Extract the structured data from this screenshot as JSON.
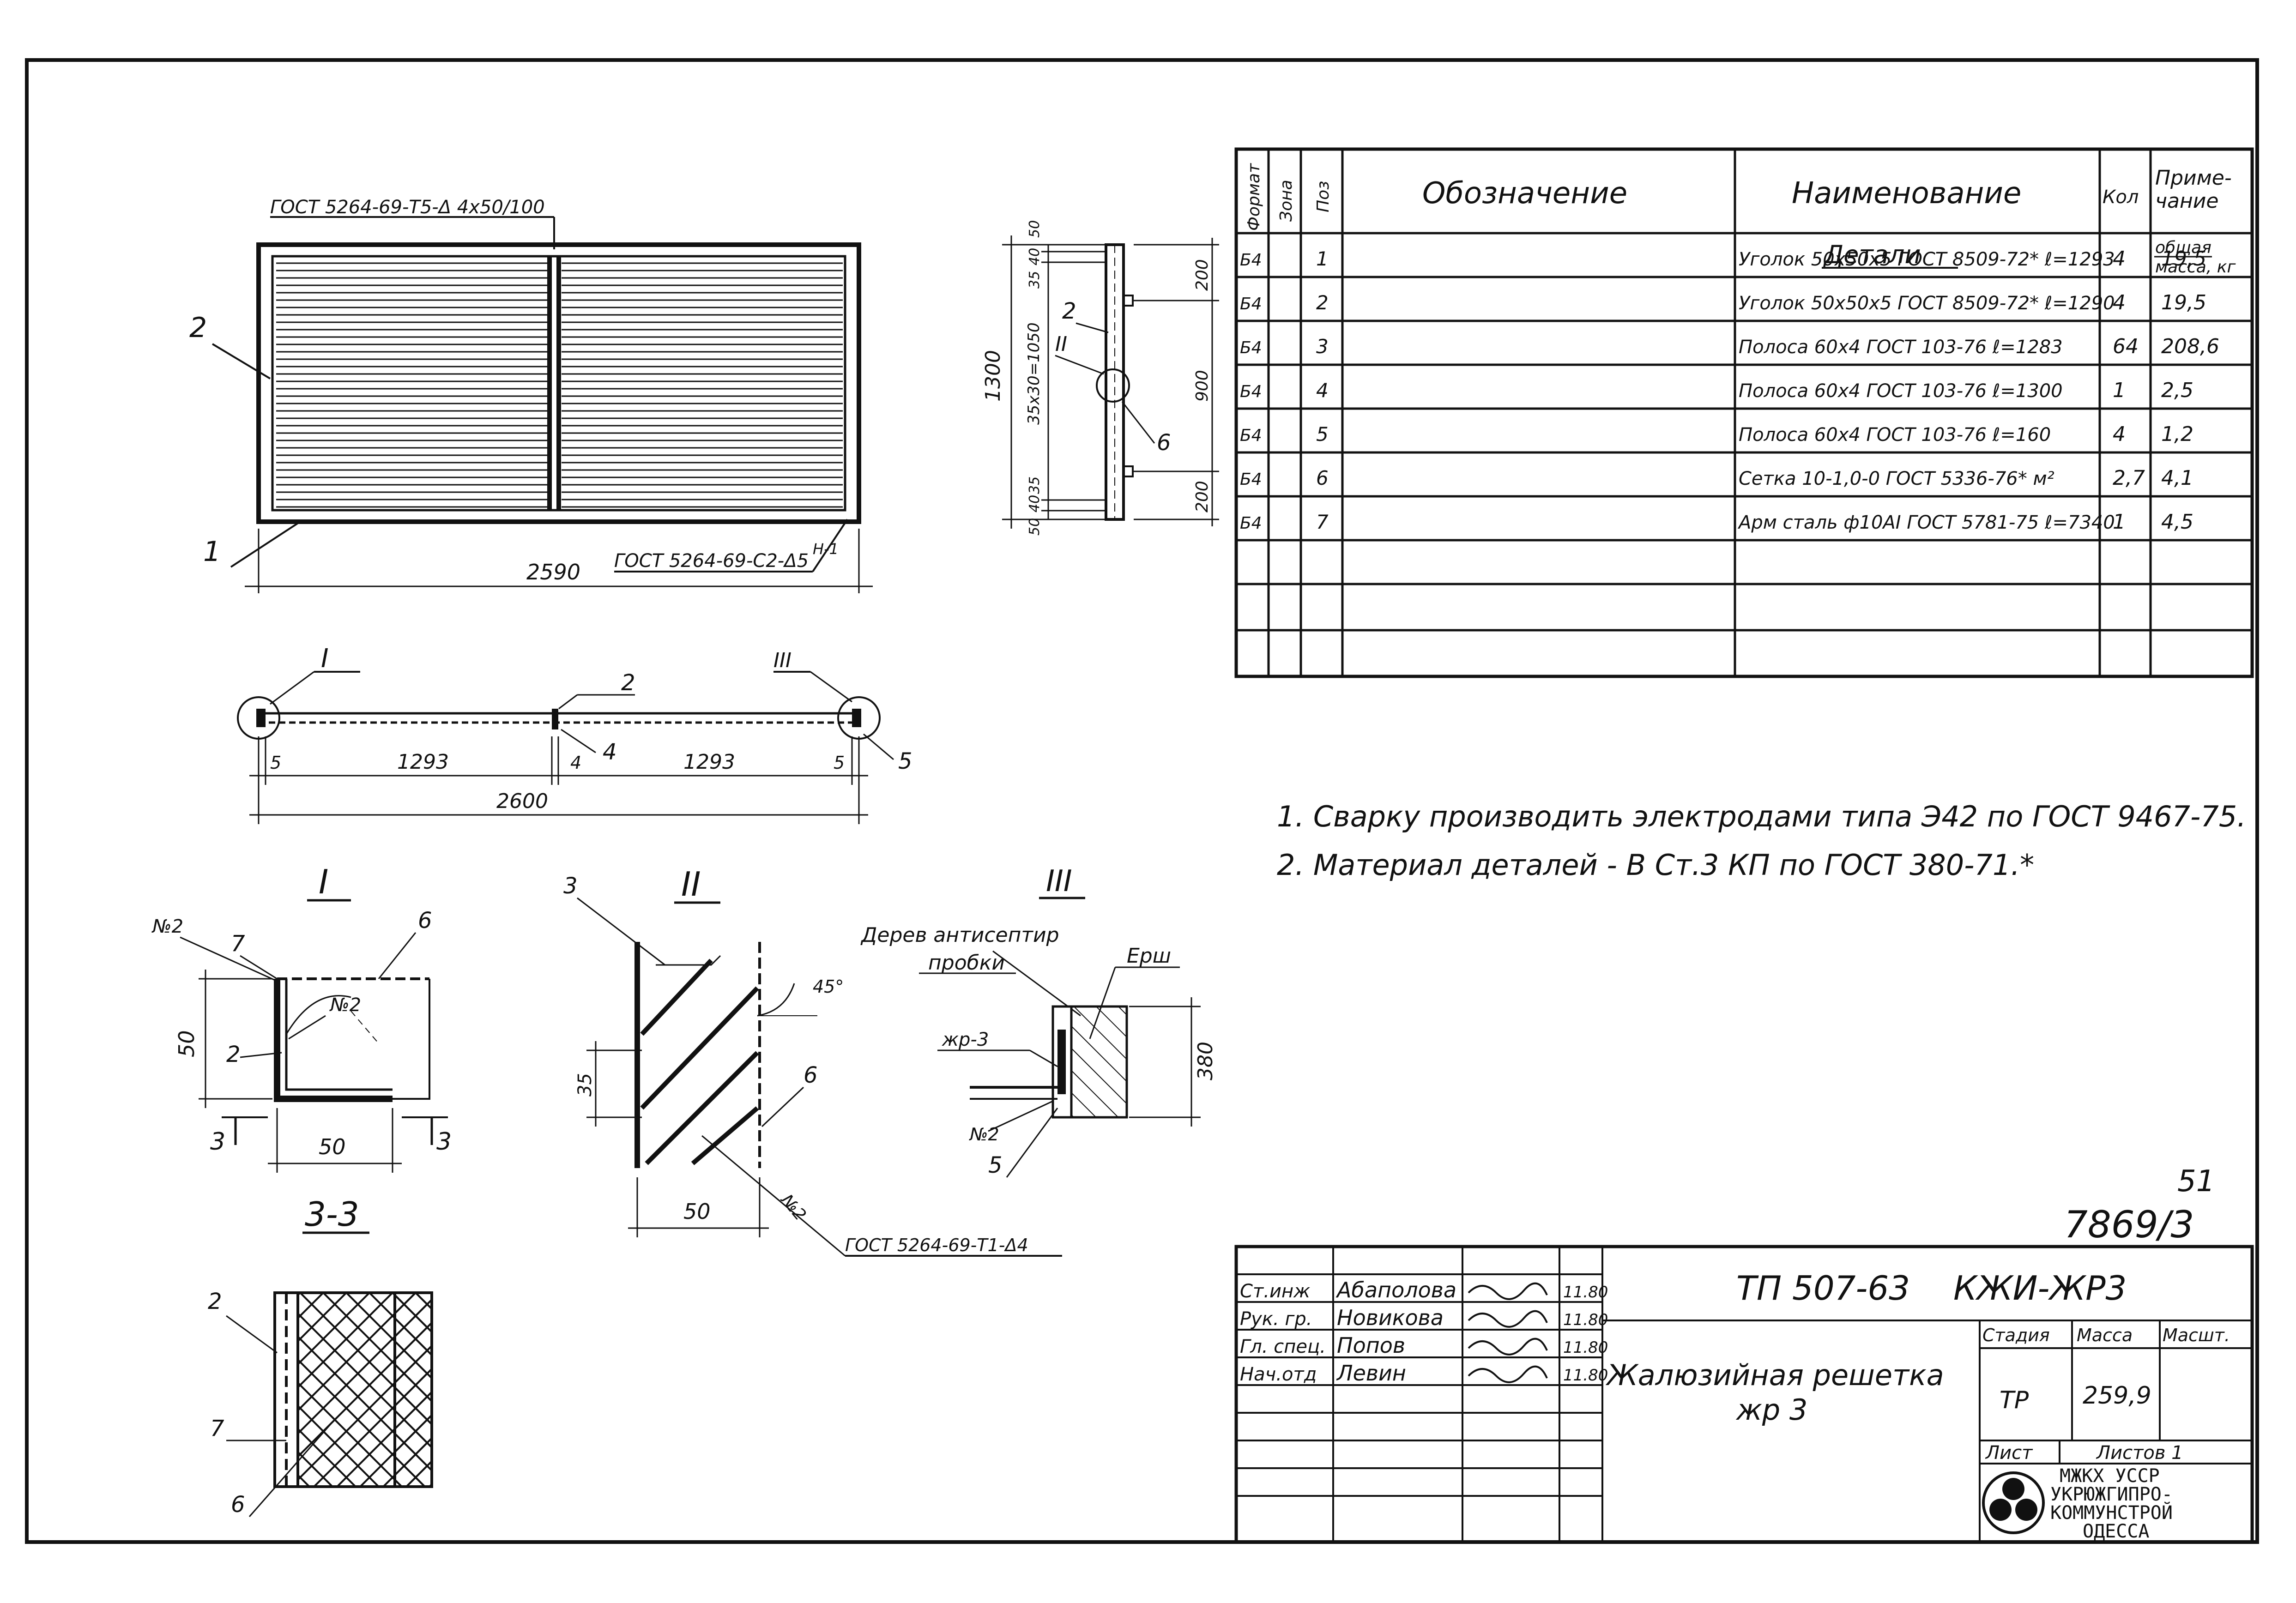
{
  "drawing": {
    "plan": {
      "weld_top": "ГОСТ 5264-69-Т5-Δ 4x50/100",
      "weld_bottom": "ГОСТ 5264-69-С2-Δ5",
      "width": "2590",
      "pos_left": "2",
      "pos_bottom": "1",
      "weld_bottom_suffix": "Н-1"
    },
    "side": {
      "height": "1300",
      "dims_left": [
        "50",
        "40",
        "35",
        "35x30=1050",
        "35",
        "40",
        "50"
      ],
      "dims_right": [
        "200",
        "900",
        "200"
      ],
      "pos2": "2",
      "pos6": "6",
      "node": "II"
    },
    "section": {
      "node_I": "I",
      "node_III": "III",
      "pos2": "2",
      "pos4": "4",
      "pos5": "5",
      "dim_5a": "5",
      "dim_1293a": "1293",
      "dim_4": "4",
      "dim_1293b": "1293",
      "dim_5b": "5",
      "total": "2600"
    },
    "detail_I": {
      "title": "I",
      "n2a": "№2",
      "n7": "7",
      "n6": "6",
      "n2b": "№2",
      "h50": "50",
      "n2": "2",
      "w50": "50",
      "cut3": "3",
      "cut3r": "3"
    },
    "detail_II": {
      "title": "II",
      "n3": "3",
      "angle": "45°",
      "d35": "35",
      "n6": "6",
      "w50": "50",
      "n2": "№2",
      "weld": "ГОСТ 5264-69-Т1-Δ4"
    },
    "detail_III": {
      "title": "III",
      "wood": "Дерев антисептир",
      "plug": "пробки",
      "ersh": "Ерш",
      "zhr": "жр-3",
      "n2": "№2",
      "n5": "5",
      "d380": "380"
    },
    "section_33": {
      "title": "3-3",
      "n2": "2",
      "n7": "7",
      "n6": "6"
    }
  },
  "spec_table": {
    "headers": [
      "Формат",
      "Зона",
      "Поз",
      "Обозначение",
      "Наименование",
      "Кол",
      "Приме-чание"
    ],
    "section_title": "Детали",
    "section_note": "общая масса, кг",
    "rows": [
      {
        "format": "Б4",
        "pos": "1",
        "name": "Уголок 50x50x5 ГОСТ 8509-72* ℓ=1293",
        "qty": "4",
        "note": "19,5"
      },
      {
        "format": "Б4",
        "pos": "2",
        "name": "Уголок 50x50x5 ГОСТ 8509-72* ℓ=1290",
        "qty": "4",
        "note": "19,5"
      },
      {
        "format": "Б4",
        "pos": "3",
        "name": "Полоса 60x4 ГОСТ 103-76 ℓ=1283",
        "qty": "64",
        "note": "208,6"
      },
      {
        "format": "Б4",
        "pos": "4",
        "name": "Полоса 60x4 ГОСТ 103-76 ℓ=1300",
        "qty": "1",
        "note": "2,5"
      },
      {
        "format": "Б4",
        "pos": "5",
        "name": "Полоса 60x4 ГОСТ 103-76 ℓ=160",
        "qty": "4",
        "note": "1,2"
      },
      {
        "format": "Б4",
        "pos": "6",
        "name": "Сетка 10-1,0-0 ГОСТ 5336-76* м²",
        "qty": "2,7",
        "note": "4,1"
      },
      {
        "format": "Б4",
        "pos": "7",
        "name": "Арм сталь ф10АI ГОСТ 5781-75 ℓ=7340",
        "qty": "1",
        "note": "4,5"
      }
    ]
  },
  "notes": [
    "1. Сварку производить электродами типа Э42 по ГОСТ 9467-75.",
    "2. Материал деталей - В Ст.3 КП по ГОСТ 380-71.*"
  ],
  "sheet_number": "51",
  "album_number": "7869/3",
  "title_block": {
    "doc_code": "ТП 507-63",
    "mark": "КЖИ-ЖР3",
    "title_line1": "Жалюзийная решетка",
    "title_line2": "жр 3",
    "stage_label": "Стадия",
    "mass_label": "Масса",
    "scale_label": "Масшт.",
    "stage": "ТР",
    "mass": "259,9",
    "sheet_label": "Лист",
    "sheets_label": "Листов 1",
    "org_line1": "МЖКХ УССР",
    "org_line2": "УКРЮЖГИПРО-",
    "org_line3": "КОММУНСТРОЙ",
    "org_line4": "ОДЕССА",
    "signatures": [
      {
        "role": "Ст.инж",
        "name": "Абаполова",
        "date": "11.80"
      },
      {
        "role": "Рук. гр.",
        "name": "Новикова",
        "date": "11.80"
      },
      {
        "role": "Гл. спец.",
        "name": "Попов",
        "date": "11.80"
      },
      {
        "role": "Нач.отд",
        "name": "Левин",
        "date": "11.80"
      }
    ]
  }
}
